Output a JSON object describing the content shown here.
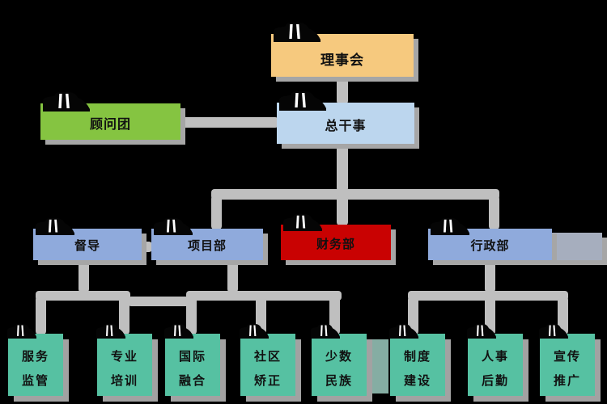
{
  "nodes": {
    "board": {
      "label": "理事会"
    },
    "director": {
      "label": "总干事"
    },
    "advisory": {
      "label": "顾问团"
    },
    "supervision": {
      "label": "督导"
    },
    "project": {
      "label": "项目部"
    },
    "finance": {
      "label": "财务部"
    },
    "admin": {
      "label": "行政部"
    }
  },
  "depts": [
    {
      "line1": "服务",
      "line2": "监管"
    },
    {
      "line1": "专业",
      "line2": "培训"
    },
    {
      "line1": "国际",
      "line2": "融合"
    },
    {
      "line1": "社区",
      "line2": "矫正"
    },
    {
      "line1": "少数",
      "line2": "民族"
    },
    {
      "line1": "制度",
      "line2": "建设"
    },
    {
      "line1": "人事",
      "line2": "后勤"
    },
    {
      "line1": "宣传",
      "line2": "推广"
    }
  ],
  "icons": {
    "node_icon": "person-icon"
  },
  "colors": {
    "background": "#000000",
    "board": "#F6C97E",
    "director": "#BCD6EE",
    "advisory": "#85C441",
    "branch_blue": "#8FAADC",
    "finance_red": "#C90202",
    "dept_teal": "#56C1A2",
    "connector": "#BFBFBF",
    "shadow": "#A6A6A6",
    "admin_extension": "#A6AEBE",
    "bridge_band": "#85ADA3"
  }
}
